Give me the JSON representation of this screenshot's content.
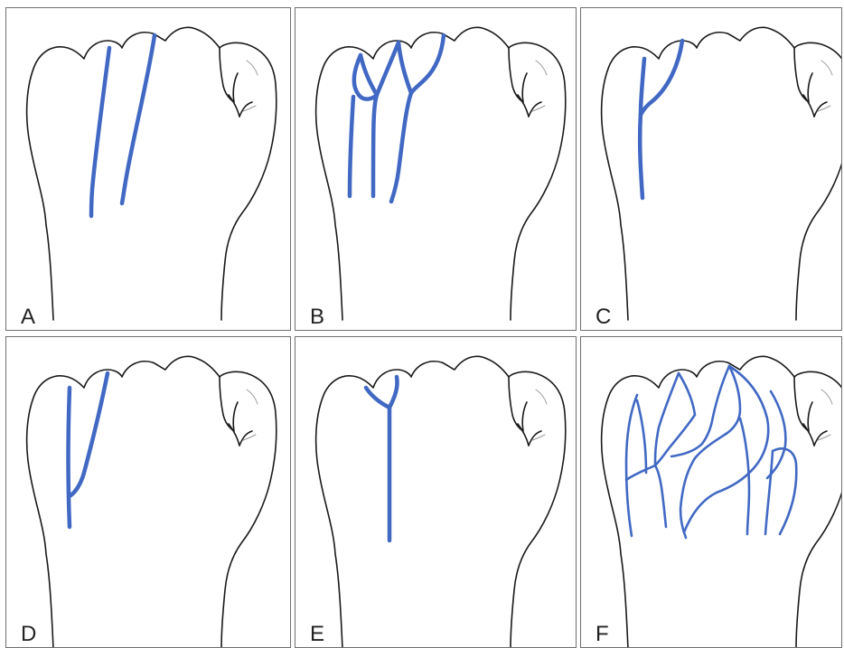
{
  "figure": {
    "panels": [
      {
        "id": "A",
        "label": "A"
      },
      {
        "id": "B",
        "label": "B"
      },
      {
        "id": "C",
        "label": "C"
      },
      {
        "id": "D",
        "label": "D"
      },
      {
        "id": "E",
        "label": "E"
      },
      {
        "id": "F",
        "label": "F"
      }
    ]
  },
  "colors": {
    "vein": "#4169c4",
    "outline": "#1a1a1a",
    "border": "#6f6f6f",
    "background": "#ffffff"
  }
}
